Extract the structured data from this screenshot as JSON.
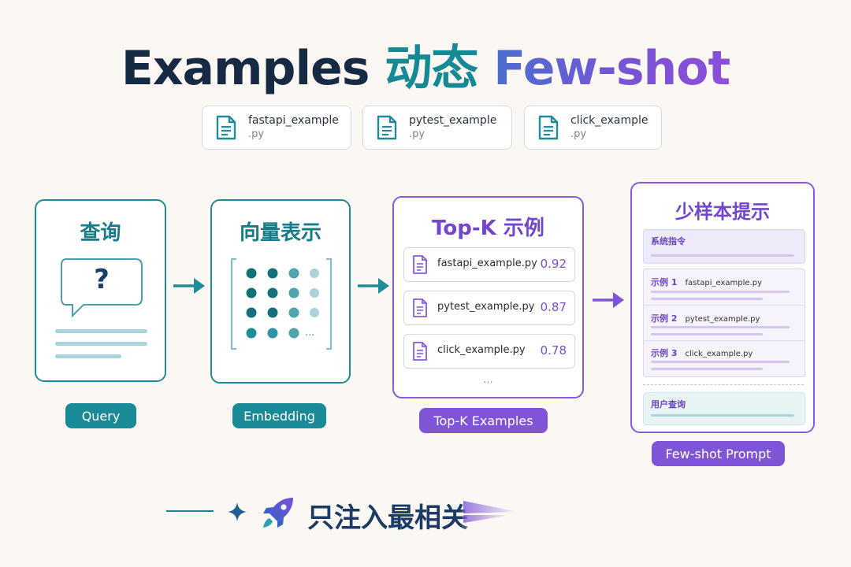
{
  "title": {
    "part1": "Examples",
    "part2": "动态",
    "part3": "Few-shot"
  },
  "files": [
    {
      "name": "fastapi_example",
      "ext": ".py"
    },
    {
      "name": "pytest_example",
      "ext": ".py"
    },
    {
      "name": "click_example",
      "ext": ".py"
    }
  ],
  "stages": {
    "query": {
      "title": "查询",
      "glyph": "?",
      "pill": "Query"
    },
    "embedding": {
      "title": "向量表示",
      "ellipsis": "...",
      "pill": "Embedding"
    },
    "topk": {
      "title": "Top-K 示例",
      "items": [
        {
          "file": "fastapi_example.py",
          "score": "0.92"
        },
        {
          "file": "pytest_example.py",
          "score": "0.87"
        },
        {
          "file": "click_example.py",
          "score": "0.78"
        }
      ],
      "more": "...",
      "pill": "Top-K Examples"
    },
    "prompt": {
      "title": "少样本提示",
      "system": "系统指令",
      "examples": [
        {
          "label": "示例 1",
          "file": "fastapi_example.py"
        },
        {
          "label": "示例 2",
          "file": "pytest_example.py"
        },
        {
          "label": "示例 3",
          "file": "click_example.py"
        }
      ],
      "user_query": "用户查询",
      "pill": "Few-shot Prompt"
    }
  },
  "footer": {
    "text": "只注入最相关"
  },
  "colors": {
    "teal": "#1f8c9a",
    "purple": "#8a5ad8",
    "navy": "#172a44"
  },
  "icons": [
    "document-icon",
    "chat-bubble-icon",
    "arrow-right-icon",
    "sparkle-icon",
    "rocket-icon"
  ]
}
